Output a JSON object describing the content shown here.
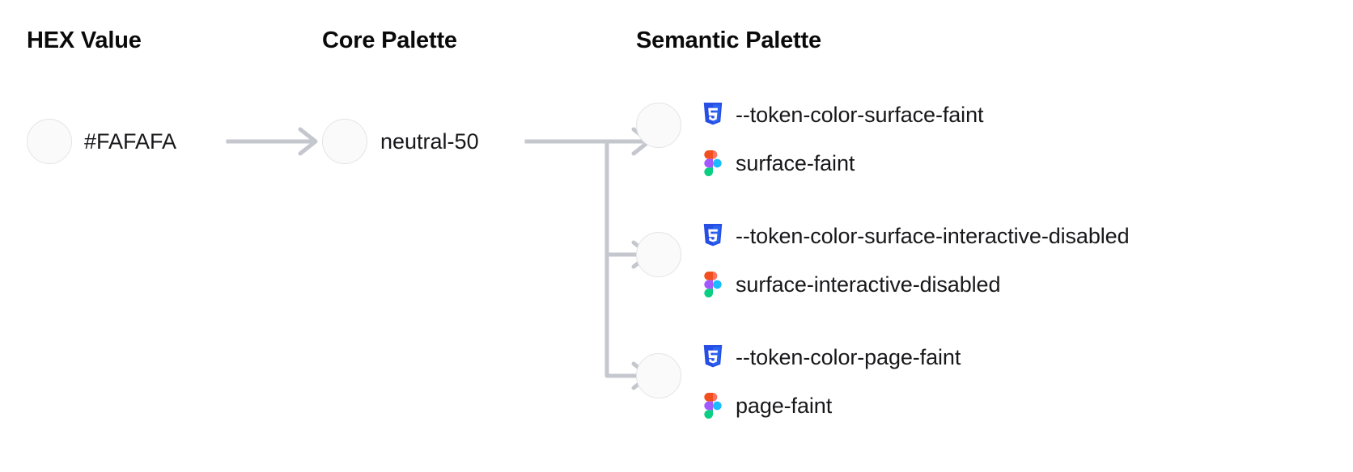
{
  "headers": {
    "hex": "HEX Value",
    "core": "Core Palette",
    "semantic": "Semantic Palette"
  },
  "hex": {
    "value": "#FAFAFA",
    "swatch_color": "#FAFAFA"
  },
  "core": {
    "value": "neutral-50",
    "swatch_color": "#FAFAFA"
  },
  "semantic": [
    {
      "swatch_color": "#FAFAFA",
      "css_token": "--token-color-surface-faint",
      "figma_token": "surface-faint",
      "css_icon": "css3-icon",
      "figma_icon": "figma-icon"
    },
    {
      "swatch_color": "#FAFAFA",
      "css_token": "--token-color-surface-interactive-disabled",
      "figma_token": "surface-interactive-disabled",
      "css_icon": "css3-icon",
      "figma_icon": "figma-icon"
    },
    {
      "swatch_color": "#FAFAFA",
      "css_token": "--token-color-page-faint",
      "figma_token": "page-faint",
      "css_icon": "css3-icon",
      "figma_icon": "figma-icon"
    }
  ],
  "colors": {
    "connector": "#C4C7CE",
    "swatch_border": "#E4E4E7",
    "text": "#18181B",
    "heading": "#0A0A0A",
    "css_blue": "#264DE4",
    "css_blue_light": "#2965F1",
    "figma_orange": "#F24E1E",
    "figma_red": "#FF7262",
    "figma_purple": "#A259FF",
    "figma_blue": "#1ABCFE",
    "figma_green": "#0ACF83"
  }
}
